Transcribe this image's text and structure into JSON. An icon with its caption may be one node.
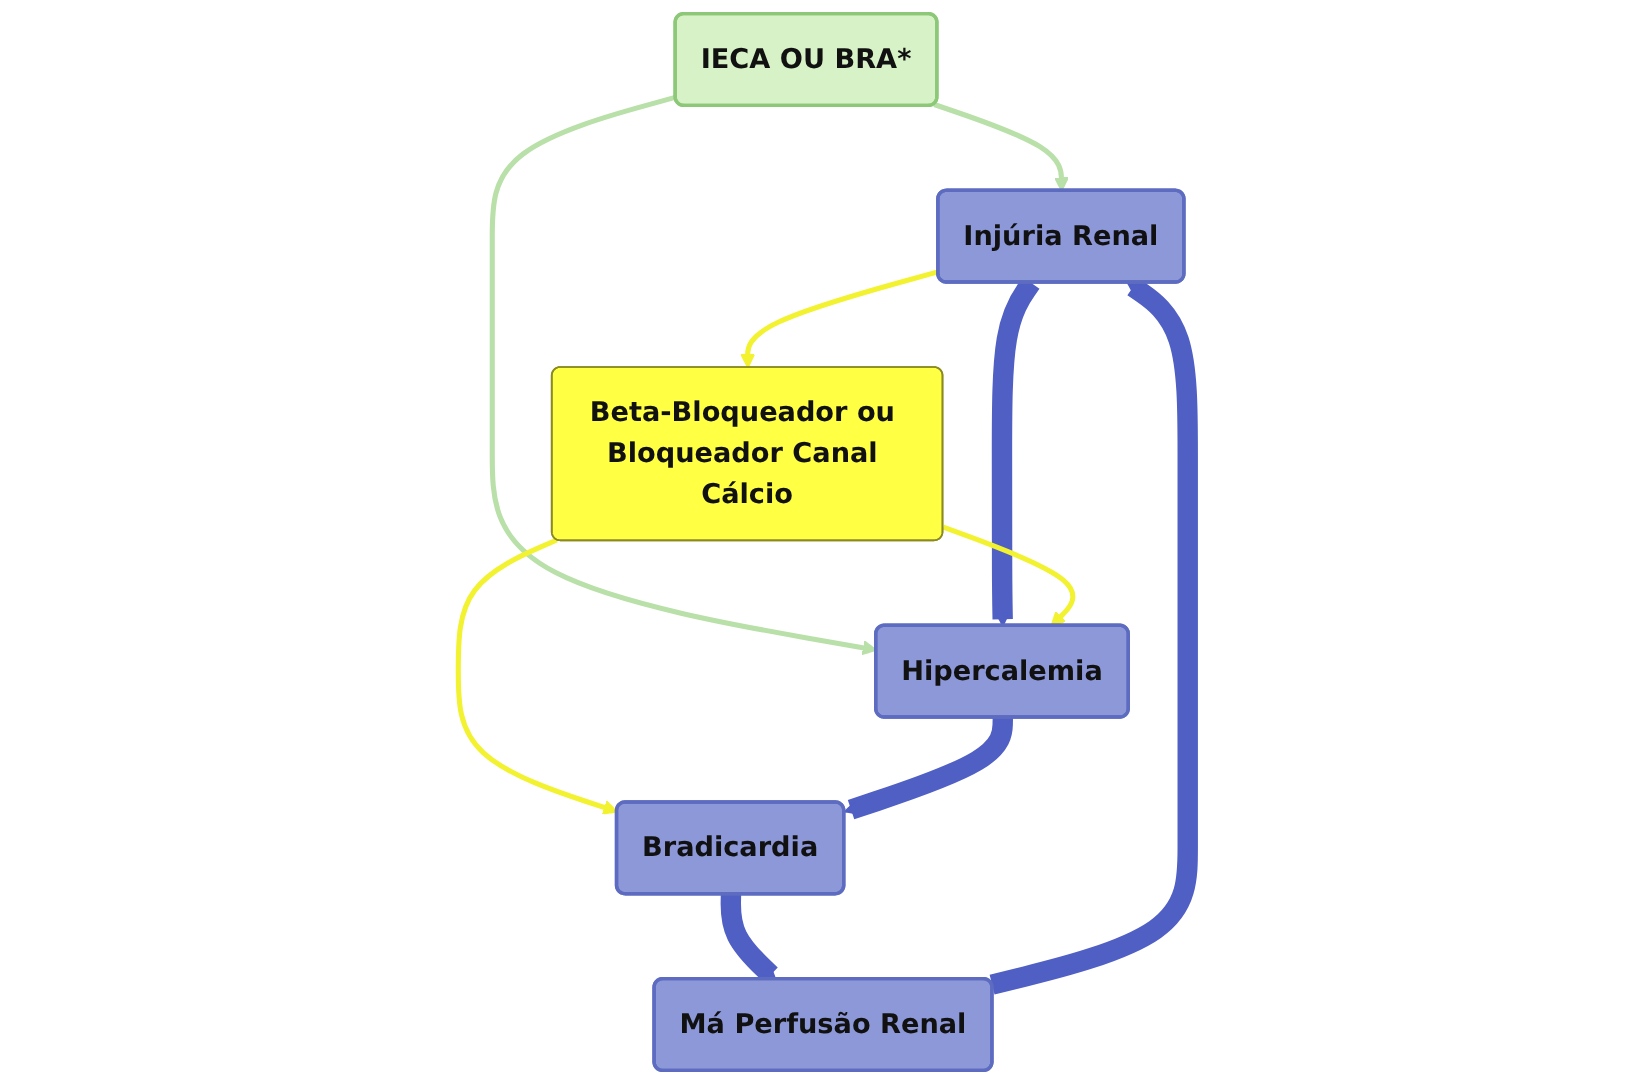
{
  "diagram": {
    "nodes": [
      {
        "text": [
          "IECA OU BRA*"
        ]
      },
      {
        "text": [
          "Injúria Renal"
        ]
      },
      {
        "text": [
          "Má Perfusão Renal"
        ]
      },
      {
        "text": [
          "Beta-Bloqueador ou Bloqueador Canal Cálcio"
        ]
      },
      {
        "text": [
          "Hipercalemia"
        ]
      },
      {
        "text": [
          "Bradicardia"
        ]
      }
    ],
    "edges": [
      {
        "from": 0,
        "to": 1,
        "arrow": "to",
        "color": "#b8e0a8"
      },
      {
        "from": 0,
        "to": 4,
        "arrow": "to",
        "color": "#b8e0a8"
      },
      {
        "from": 1,
        "to": 4,
        "arrow": "to",
        "style": "thick"
      },
      {
        "from": 1,
        "to": 3,
        "arrow": "to",
        "color": "#f2f230"
      },
      {
        "from": 3,
        "to": 4,
        "arrow": "to",
        "color": "#f2f230"
      },
      {
        "from": 3,
        "to": 5,
        "arrow": "to",
        "color": "#f2f230"
      },
      {
        "from": 4,
        "to": 5,
        "arrow": "to",
        "style": "thick"
      },
      {
        "from": 5,
        "to": 2,
        "arrow": "to",
        "style": "thick"
      },
      {
        "from": 2,
        "to": 1,
        "arrow": "to",
        "style": "thick"
      }
    ]
  }
}
